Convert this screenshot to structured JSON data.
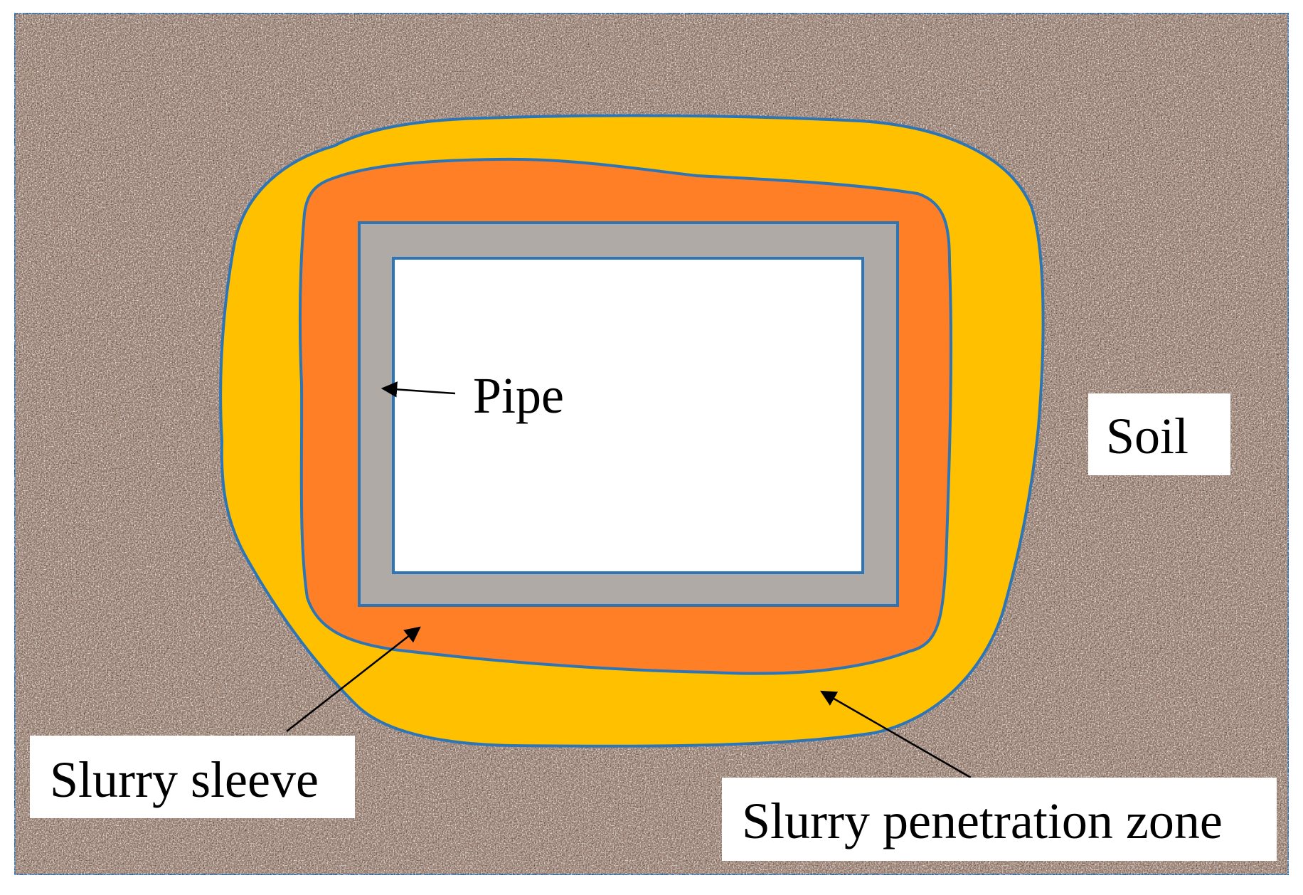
{
  "labels": {
    "pipe": "Pipe",
    "soil": "Soil",
    "slurry_sleeve": "Slurry sleeve",
    "slurry_penetration_zone": "Slurry penetration zone"
  },
  "colors": {
    "soil": "#a58c7e",
    "penetration_zone": "#ffc000",
    "slurry_sleeve": "#ff7f27",
    "pipe_wall": "#b0aaa6",
    "pipe_interior": "#ffffff",
    "outline": "#2e75b6",
    "label_box": "#ffffff",
    "text": "#000000"
  }
}
